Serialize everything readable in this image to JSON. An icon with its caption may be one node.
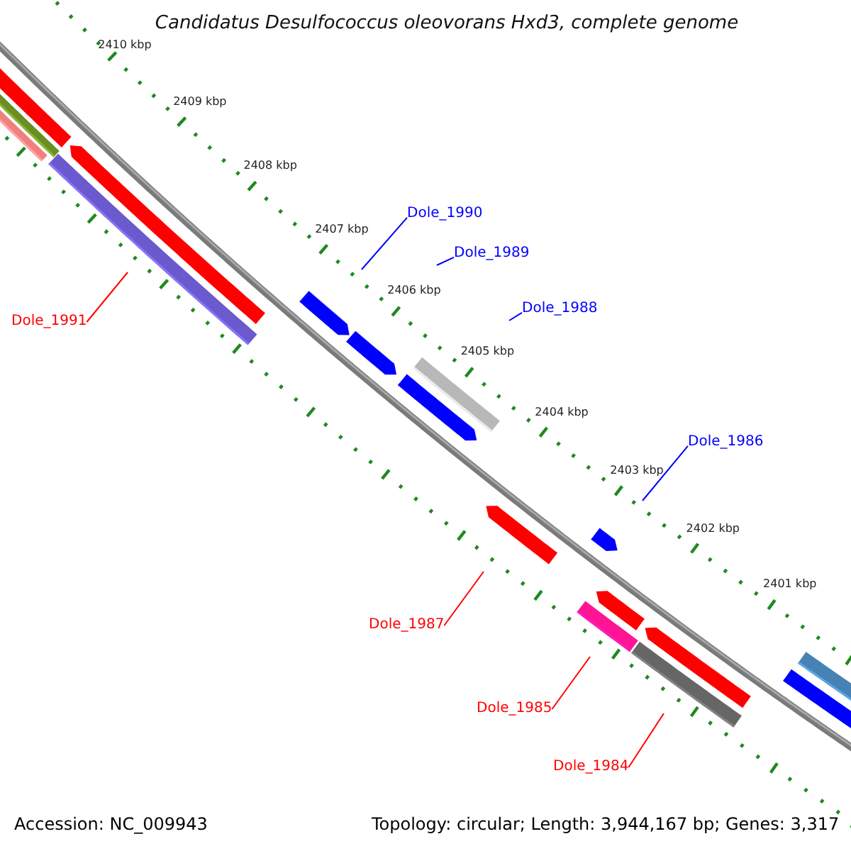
{
  "diagram": {
    "title": "Candidatus Desulfococcus oleovorans Hxd3, complete genome",
    "nodes": [
      {
        "text": [
          "Dole_1990"
        ]
      },
      {
        "text": [
          "Dole_1989"
        ]
      },
      {
        "text": [
          "Dole_1988"
        ]
      },
      {
        "text": [
          "Dole_1991"
        ]
      },
      {
        "text": [
          "Dole_1986"
        ]
      },
      {
        "text": [
          "Dole_1987"
        ]
      },
      {
        "text": [
          "Dole_1985"
        ]
      },
      {
        "text": [
          "Dole_1984"
        ]
      }
    ],
    "edges": [
      {
        "from": 0,
        "to": null,
        "arrow": "none",
        "color": "#0000ff"
      },
      {
        "from": 1,
        "to": null,
        "arrow": "none",
        "color": "#0000ff"
      },
      {
        "from": 2,
        "to": null,
        "arrow": "none",
        "color": "#0000ff"
      },
      {
        "from": 3,
        "to": null,
        "arrow": "none",
        "color": "#ff0000"
      },
      {
        "from": 4,
        "to": null,
        "arrow": "none",
        "color": "#0000ff"
      },
      {
        "from": 5,
        "to": null,
        "arrow": "none",
        "color": "#ff0000"
      },
      {
        "from": 6,
        "to": null,
        "arrow": "none",
        "color": "#ff0000"
      },
      {
        "from": 7,
        "to": null,
        "arrow": "none",
        "color": "#ff0000"
      }
    ],
    "labels": [
      "2410 kbp",
      "2409 kbp",
      "2408 kbp",
      "2407 kbp",
      "2406 kbp",
      "2405 kbp",
      "2404 kbp",
      "2403 kbp",
      "2402 kbp",
      "2401 kbp",
      "Accession: NC_009943",
      "Topology: circular; Length: 3,944,167 bp; Genes: 3,317"
    ]
  }
}
